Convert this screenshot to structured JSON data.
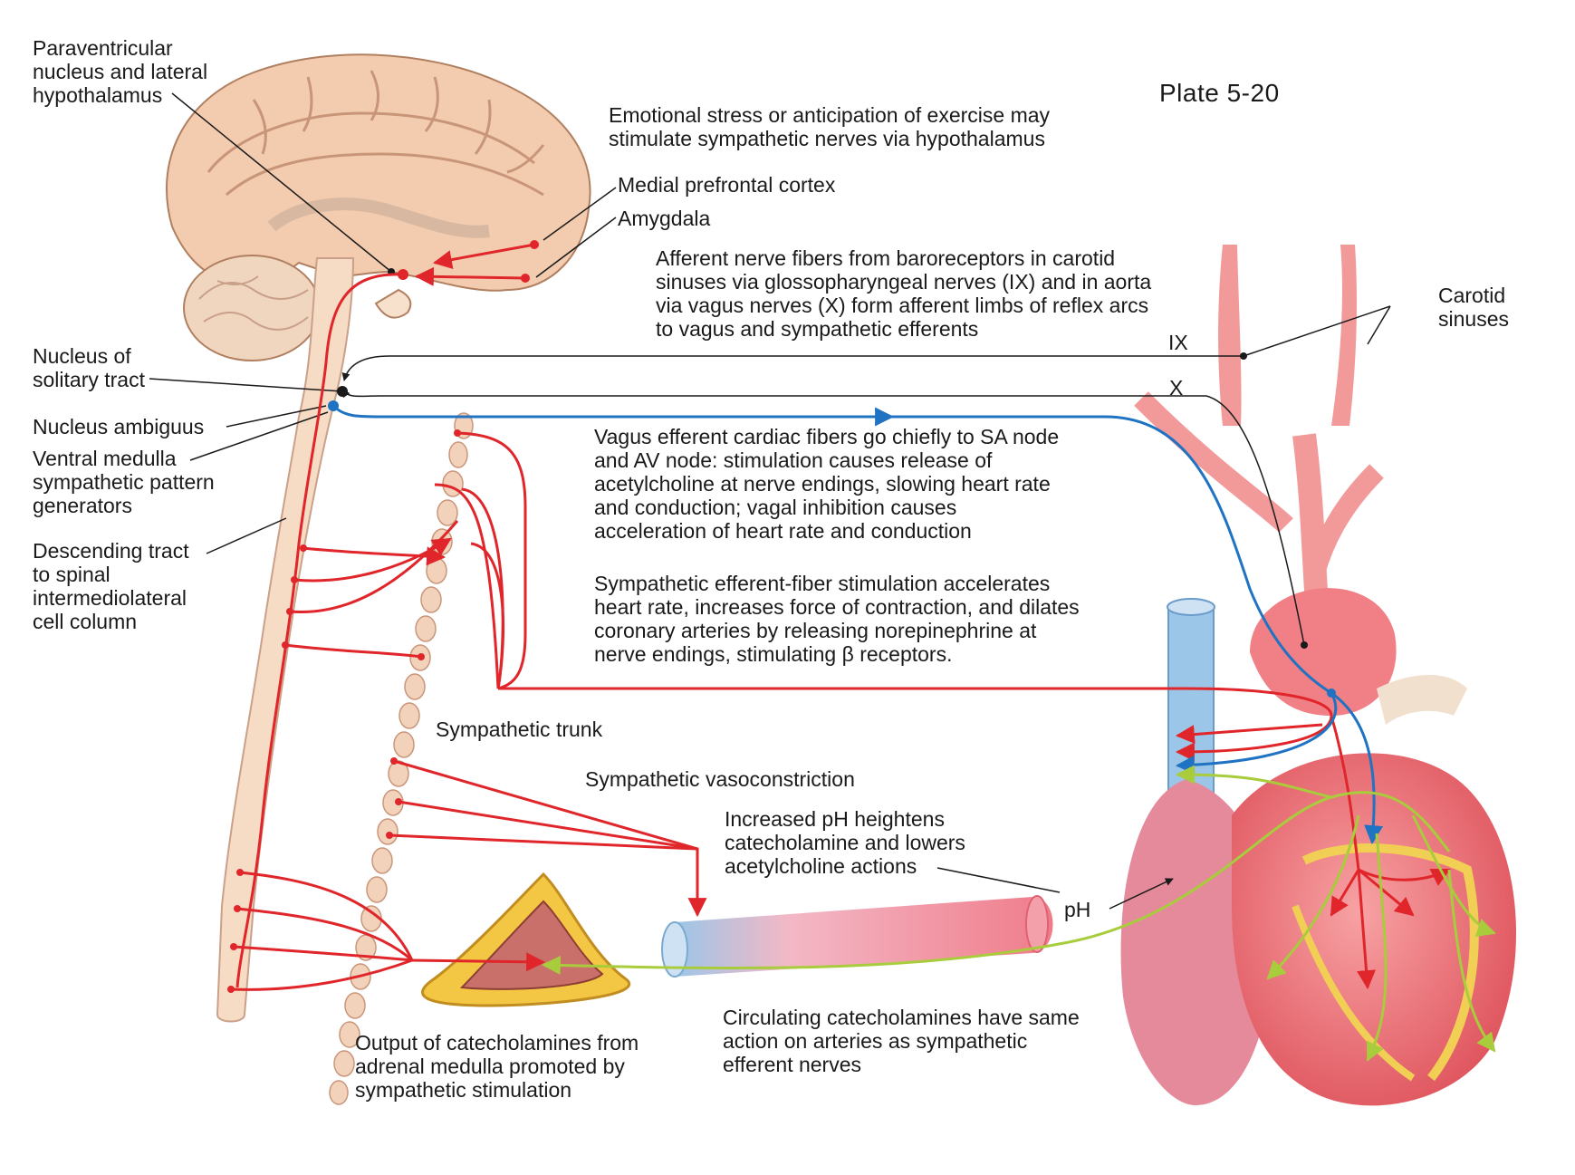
{
  "plate": "Plate 5-20",
  "labels": {
    "pvn": "Paraventricular\nnucleus and lateral\nhypothalamus",
    "emotional": "Emotional stress or anticipation of exercise may\nstimulate sympathetic nerves via hypothalamus",
    "mpfc": "Medial prefrontal cortex",
    "amygdala": "Amygdala",
    "afferent": "Afferent nerve fibers from baroreceptors in carotid\nsinuses via glossopharyngeal nerves (IX) and in aorta\nvia vagus nerves (X) form afferent limbs of reflex arcs\nto vagus and sympathetic efferents",
    "carotid": "Carotid\nsinuses",
    "ix": "IX",
    "x": "X",
    "nts": "Nucleus of\nsolitary tract",
    "ambiguus": "Nucleus ambiguus",
    "ventral": "Ventral medulla\nsympathetic pattern\ngenerators",
    "descending": "Descending tract\nto spinal\nintermediolateral\ncell column",
    "vagus_efferent": "Vagus efferent cardiac fibers go chiefly to SA node\nand AV node: stimulation causes release of\nacetylcholine at nerve endings, slowing heart rate\nand conduction; vagal inhibition causes\nacceleration of heart rate and conduction",
    "sympathetic_efferent": "Sympathetic efferent-fiber stimulation accelerates\nheart rate, increases force of contraction, and dilates\ncoronary arteries by releasing norepinephrine at\nnerve endings, stimulating β receptors.",
    "trunk": "Sympathetic trunk",
    "vasoconstriction": "Sympathetic vasoconstriction",
    "ph_text": "Increased pH heightens\ncatecholamine and lowers\nacetylcholine actions",
    "ph": "pH",
    "circulating": "Circulating catecholamines have same\naction on arteries as sympathetic\nefferent nerves",
    "adrenal": "Output of catecholamines from\nadrenal medulla promoted by\nsympathetic stimulation"
  },
  "colors": {
    "sympathetic": "#e0262a",
    "vagal": "#1f73c2",
    "afferent": "#1a1a1a",
    "humoral": "#a8cc3c",
    "tissue": "#f6dcc4"
  }
}
